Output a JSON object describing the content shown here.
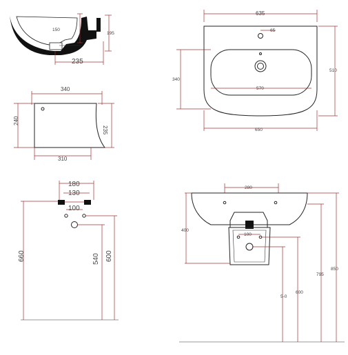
{
  "colors": {
    "dimension_line": "#a03030",
    "outline": "#222222",
    "solid_fill": "#111111",
    "background": "#ffffff"
  },
  "section_view": {
    "depth_150": "150",
    "height_195": "195",
    "length_235": "235"
  },
  "top_view": {
    "width_635": "635",
    "tap_offset_65": "65",
    "depth_510": "510",
    "bowl_depth_340": "340",
    "bowl_width_570": "570",
    "total_width_650": "650"
  },
  "pedestal_side": {
    "top_340": "340",
    "height_240": "240",
    "height_235": "235",
    "bottom_310": "310"
  },
  "bracket_view": {
    "width_180": "180",
    "width_130": "130",
    "spacing_100": "100",
    "height_660": "660",
    "height_540": "540",
    "height_600": "600"
  },
  "front_view": {
    "width_280": "280",
    "height_400": "400",
    "spacing_100": "100",
    "height_540": "5-0",
    "height_600": "600",
    "height_795": "795",
    "height_850": "850"
  }
}
